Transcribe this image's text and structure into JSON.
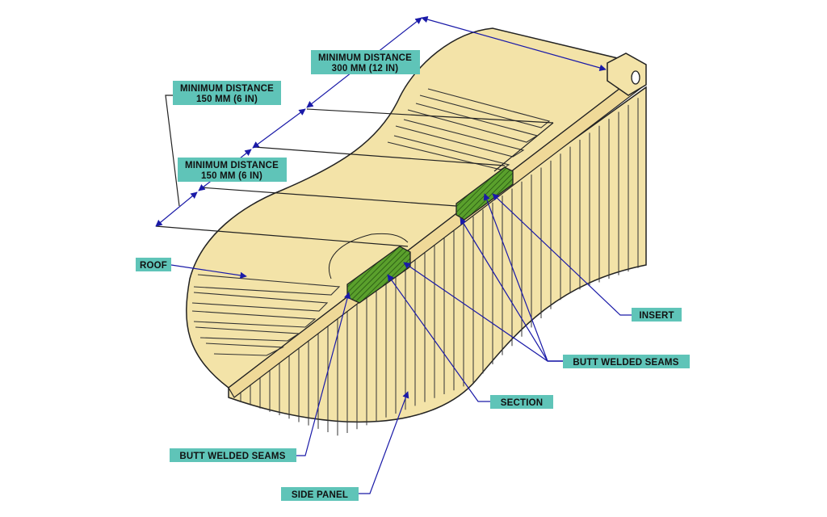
{
  "colors": {
    "body_fill": "#f3e3a8",
    "outline": "#222222",
    "insert_fill": "#5aa02c",
    "label_box": "#5fc4b8",
    "leader": "#1a1aa8"
  },
  "labels": {
    "min_300_line1": "MINIMUM DISTANCE",
    "min_300_line2": "300 MM (12 IN)",
    "min_150a_line1": "MINIMUM DISTANCE",
    "min_150a_line2": "150 MM (6 IN)",
    "min_150b_line1": "MINIMUM DISTANCE",
    "min_150b_line2": "150 MM (6 IN)",
    "roof": "ROOF",
    "insert": "INSERT",
    "butt_welded_right": "BUTT WELDED SEAMS",
    "section": "SECTION",
    "butt_welded_left": "BUTT WELDED SEAMS",
    "side_panel": "SIDE PANEL"
  }
}
